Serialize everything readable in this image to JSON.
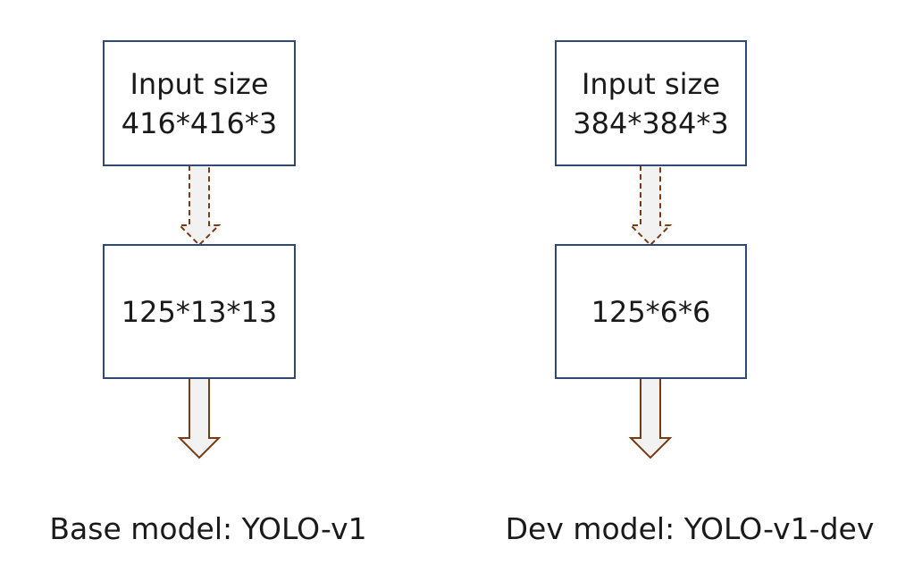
{
  "diagram": {
    "colors": {
      "box_border": "#2f4a72",
      "arrow_stroke": "#7a3a12",
      "arrow_fill": "#f2f2f2",
      "text": "#1a1a1a"
    },
    "columns": [
      {
        "input_line1": "Input size",
        "input_line2": "416*416*3",
        "output": "125*13*13",
        "caption": "Base model: YOLO-v1"
      },
      {
        "input_line1": "Input size",
        "input_line2": "384*384*3",
        "output": "125*6*6",
        "caption": "Dev model: YOLO-v1-dev"
      }
    ],
    "edges": [
      {
        "from": "input",
        "to": "output",
        "style": "dashed"
      },
      {
        "from": "output",
        "to": "result",
        "style": "solid"
      }
    ]
  }
}
